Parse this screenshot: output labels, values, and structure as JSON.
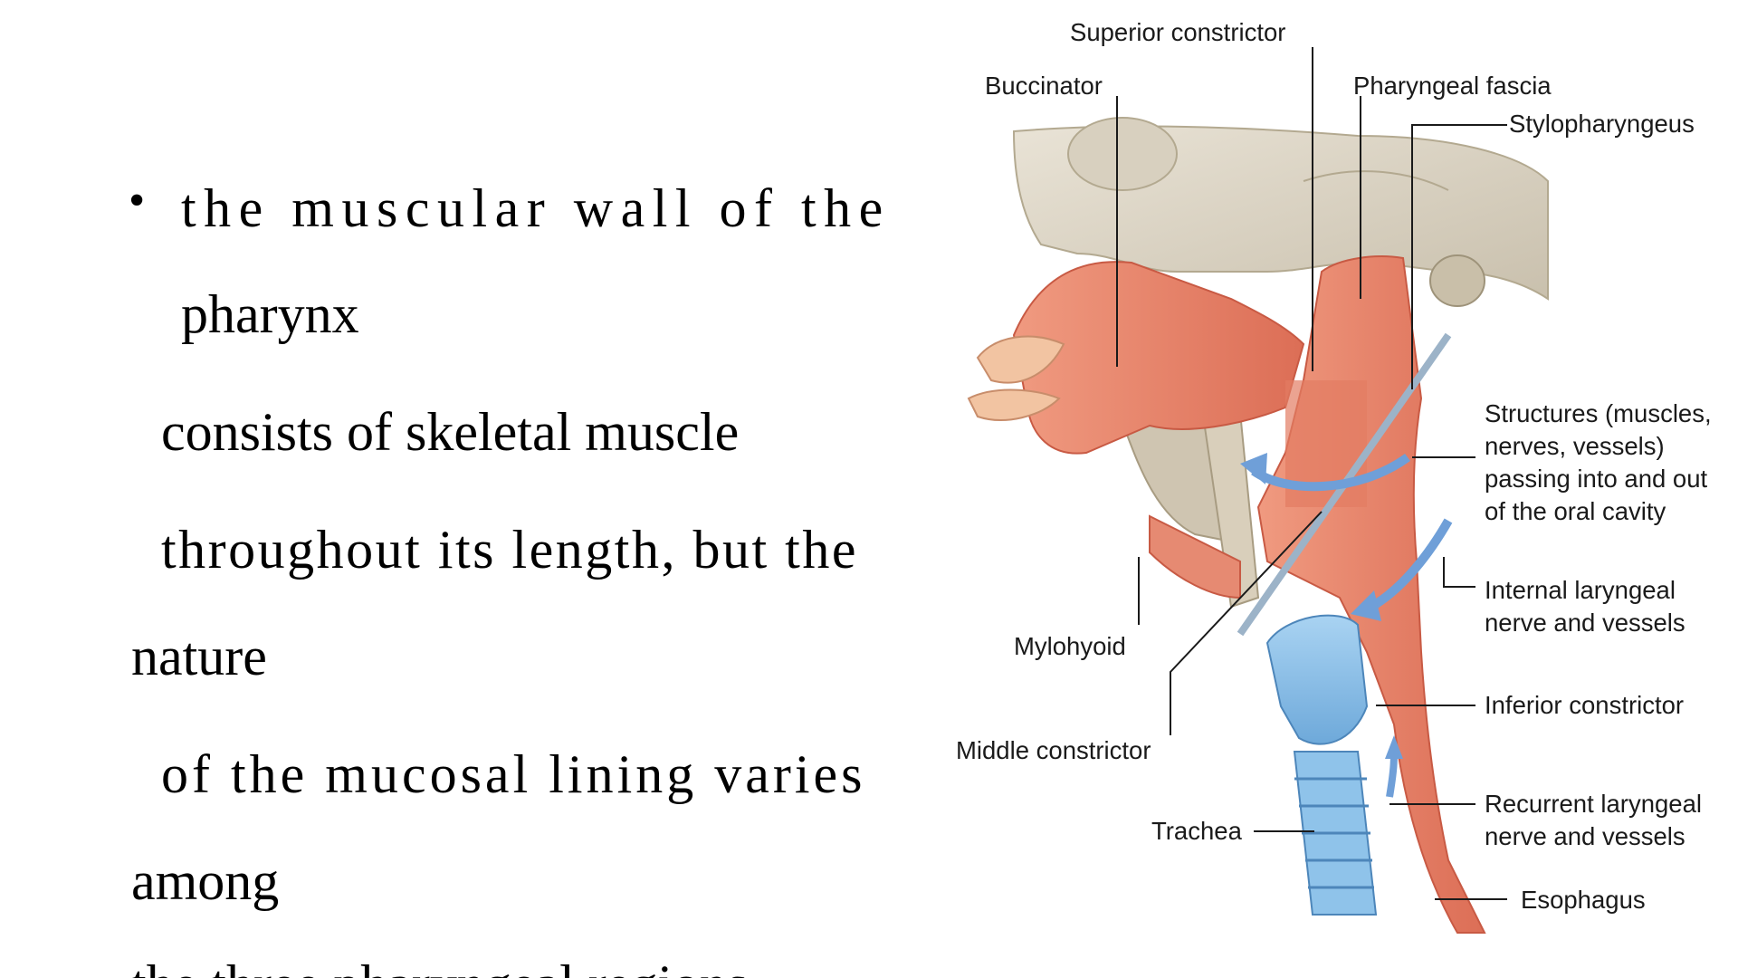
{
  "body_text": {
    "bullet": "•",
    "lines": [
      "the muscular wall of the",
      "pharynx",
      "consists of skeletal muscle",
      "throughout its length, but the",
      "nature",
      "of the mucosal lining varies",
      "among",
      "the three pharyngeal regions"
    ]
  },
  "figure": {
    "labels": {
      "superior_constrictor": "Superior constrictor",
      "buccinator": "Buccinator",
      "pharyngeal_fascia": "Pharyngeal fascia",
      "stylopharyngeus": "Stylopharyngeus",
      "structures_1": "Structures (muscles,",
      "structures_2": "nerves, vessels)",
      "structures_3": "passing into and out",
      "structures_4": "of the oral cavity",
      "internal_laryngeal_1": "Internal laryngeal",
      "internal_laryngeal_2": "nerve and vessels",
      "mylohyoid": "Mylohyoid",
      "inferior_constrictor": "Inferior constrictor",
      "middle_constrictor": "Middle constrictor",
      "recurrent_laryngeal_1": "Recurrent laryngeal",
      "recurrent_laryngeal_2": "nerve and vessels",
      "trachea": "Trachea",
      "esophagus": "Esophagus"
    },
    "colors": {
      "muscle": "#e8826a",
      "bone": "#d9d2c3",
      "cartilage": "#8fc3ea",
      "nerve_arrow": "#6f9fd8"
    }
  }
}
